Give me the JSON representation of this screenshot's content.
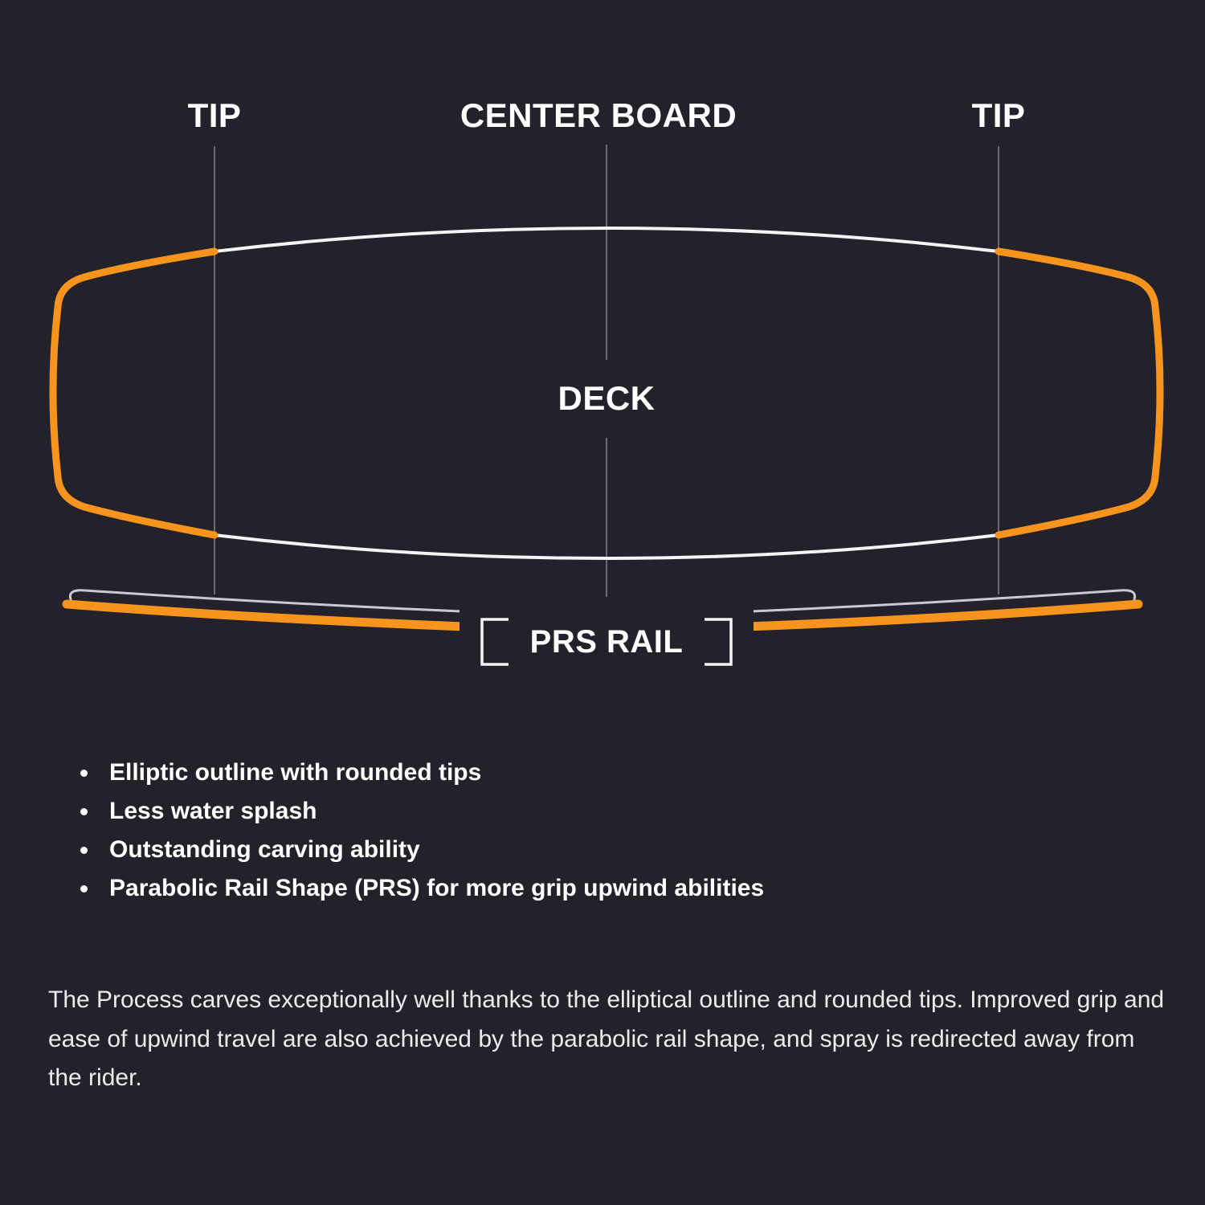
{
  "colors": {
    "background": "#232129",
    "accent_orange": "#F7941E",
    "outline_white": "#F4F4F6",
    "guide_line_gray": "#83828B"
  },
  "diagram": {
    "tip_left_label": "TIP",
    "center_board_label": "CENTER BOARD",
    "tip_right_label": "TIP",
    "deck_label": "DECK",
    "prs_rail_label": "PRS RAIL"
  },
  "features": {
    "items": [
      "Elliptic outline with rounded tips",
      "Less water splash",
      "Outstanding carving ability",
      "Parabolic Rail Shape (PRS) for more grip upwind abilities"
    ]
  },
  "description": {
    "text": "The Process carves exceptionally well thanks to the elliptical outline and rounded tips. Improved grip and ease of upwind travel are also achieved by the parabolic rail shape, and spray is redirected away from the rider."
  }
}
